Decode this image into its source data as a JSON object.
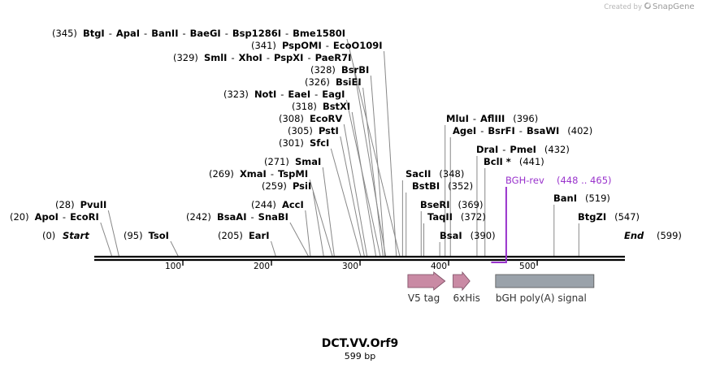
{
  "credit": {
    "prefix": "Created by",
    "brand": "SnapGene"
  },
  "sequence": {
    "name": "DCT.VV.Orf9",
    "length_label": "599 bp",
    "length": 599
  },
  "ends": {
    "start_label": "Start",
    "start_pos": "(0)",
    "end_label": "End",
    "end_pos": "(599)"
  },
  "ruler_ticks": [
    "100",
    "200",
    "300",
    "400",
    "500"
  ],
  "colors": {
    "feature_tag": "#c98aa4",
    "feature_polyA": "#9aa2aa",
    "primer": "#9933cc",
    "backbone": "#000000"
  },
  "site_rows": [
    {
      "pos": 28,
      "sites": [
        {
          "num": "(28)",
          "items": [
            "PvuII"
          ]
        }
      ]
    },
    {
      "pos": 20,
      "sites": [
        {
          "num": "(20)",
          "items": [
            "ApoI",
            "EcoRI"
          ]
        }
      ]
    },
    {
      "pos": 95,
      "sites": [
        {
          "num": "(95)",
          "items": [
            "TsoI"
          ]
        }
      ]
    },
    {
      "pos": 205,
      "sites": [
        {
          "num": "(205)",
          "items": [
            "EarI"
          ]
        }
      ]
    },
    {
      "pos": 242,
      "sites": [
        {
          "num": "(242)",
          "items": [
            "BsaAI",
            "SnaBI"
          ]
        }
      ]
    },
    {
      "pos": 244,
      "sites": [
        {
          "num": "(244)",
          "items": [
            "AccI"
          ]
        }
      ]
    },
    {
      "pos": 259,
      "sites": [
        {
          "num": "(259)",
          "items": [
            "PsiI"
          ]
        }
      ]
    },
    {
      "pos": 269,
      "sites": [
        {
          "num": "(269)",
          "items": [
            "XmaI",
            "TspMI"
          ]
        }
      ]
    },
    {
      "pos": 271,
      "sites": [
        {
          "num": "(271)",
          "items": [
            "SmaI"
          ]
        }
      ]
    },
    {
      "pos": 301,
      "sites": [
        {
          "num": "(301)",
          "items": [
            "SfcI"
          ]
        }
      ]
    },
    {
      "pos": 305,
      "sites": [
        {
          "num": "(305)",
          "items": [
            "PstI"
          ]
        }
      ]
    },
    {
      "pos": 308,
      "sites": [
        {
          "num": "(308)",
          "items": [
            "EcoRV"
          ]
        }
      ]
    },
    {
      "pos": 318,
      "sites": [
        {
          "num": "(318)",
          "items": [
            "BstXI"
          ]
        }
      ]
    },
    {
      "pos": 323,
      "sites": [
        {
          "num": "(323)",
          "items": [
            "NotI",
            "EaeI",
            "EagI"
          ]
        }
      ]
    },
    {
      "pos": 326,
      "sites": [
        {
          "num": "(326)",
          "items": [
            "BsiEI"
          ]
        }
      ]
    },
    {
      "pos": 328,
      "sites": [
        {
          "num": "(328)",
          "items": [
            "BsrBI"
          ]
        }
      ]
    },
    {
      "pos": 329,
      "sites": [
        {
          "num": "(329)",
          "items": [
            "SmlI",
            "XhoI",
            "PspXI",
            "PaeR7I"
          ]
        }
      ]
    },
    {
      "pos": 341,
      "sites": [
        {
          "num": "(341)",
          "items": [
            "PspOMI",
            "EcoO109I"
          ]
        }
      ]
    },
    {
      "pos": 345,
      "sites": [
        {
          "num": "(345)",
          "items": [
            "BtgI",
            "ApaI",
            "BanII",
            "BaeGI",
            "Bsp1286I",
            "Bme1580I"
          ]
        }
      ]
    }
  ],
  "right_sites": [
    {
      "pos": 348,
      "name": "SacII",
      "num": "(348)"
    },
    {
      "pos": 352,
      "name": "BstBI",
      "num": "(352)"
    },
    {
      "pos": 369,
      "name": "BseRI",
      "num": "(369)"
    },
    {
      "pos": 372,
      "name": "TaqII",
      "num": "(372)"
    },
    {
      "pos": 390,
      "name": "BsaI",
      "num": "(390)"
    },
    {
      "pos": 396,
      "names": [
        "MluI",
        "AflIII"
      ],
      "num": "(396)"
    },
    {
      "pos": 402,
      "names": [
        "AgeI",
        "BsrFI",
        "BsaWI"
      ],
      "num": "(402)"
    },
    {
      "pos": 432,
      "names": [
        "DraI",
        "PmeI"
      ],
      "num": "(432)"
    },
    {
      "pos": 441,
      "name": "BclI *",
      "num": "(441)"
    },
    {
      "pos": 519,
      "name": "BanI",
      "num": "(519)"
    },
    {
      "pos": 547,
      "name": "BtgZI",
      "num": "(547)"
    }
  ],
  "primer": {
    "name": "BGH-rev",
    "range": "(448 .. 465)",
    "start": 448,
    "end": 465
  },
  "features": [
    {
      "name": "V5 tag",
      "start": 354,
      "end": 396,
      "kind": "arrow"
    },
    {
      "name": "6xHis",
      "start": 405,
      "end": 424,
      "kind": "arrow"
    },
    {
      "name": "bGH poly(A) signal",
      "start": 453,
      "end": 564,
      "kind": "box"
    }
  ]
}
